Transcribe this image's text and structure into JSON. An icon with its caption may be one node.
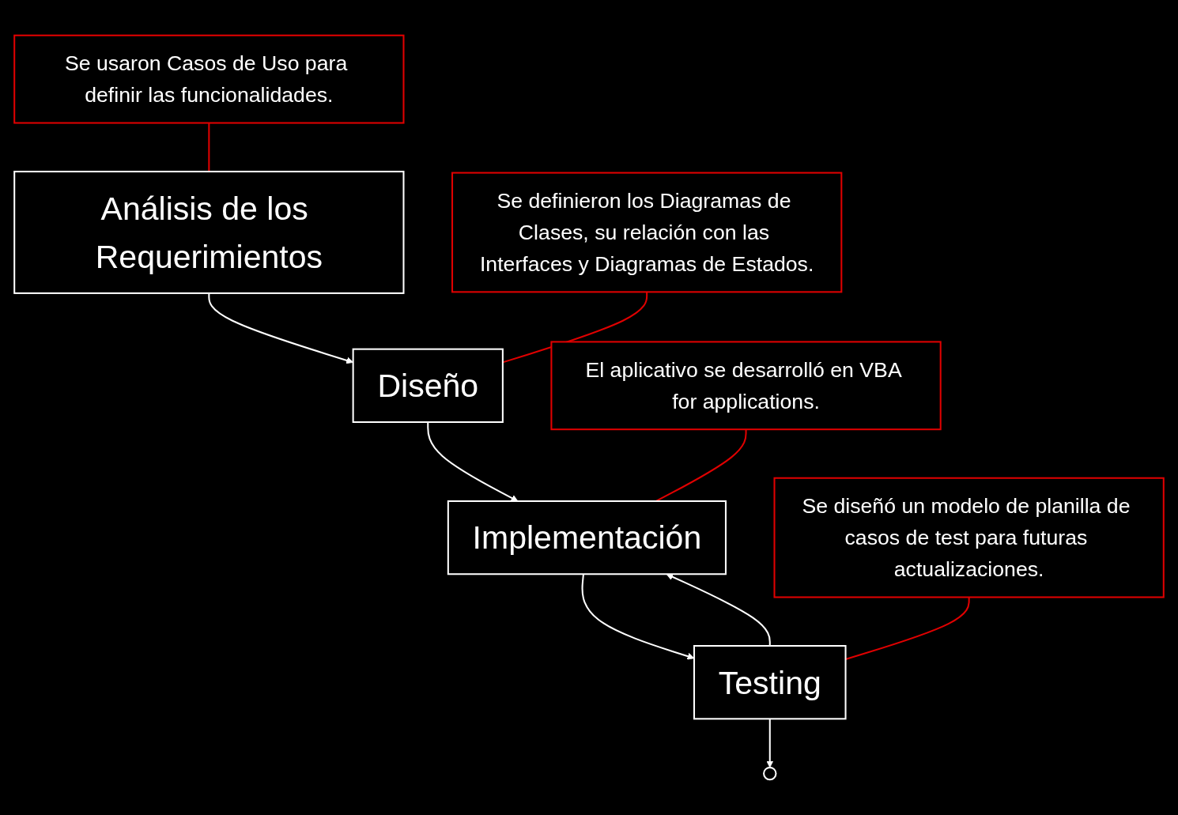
{
  "diagram": {
    "nodes": [
      {
        "text": [
          "Análisis de los Requerimientos"
        ]
      },
      {
        "text": [
          "Diseño"
        ]
      },
      {
        "text": [
          "Implementación"
        ]
      },
      {
        "text": [
          "Testing"
        ]
      },
      {
        "text": [],
        "shape": "ellipse"
      },
      {
        "text": [
          "Se usaron Casos de Uso para definir las funcionalidades."
        ]
      },
      {
        "text": [
          "Se definieron los Diagramas de Clases, su relación con las Interfaces y Diagramas de Estados."
        ]
      },
      {
        "text": [
          "El aplicativo se desarrolló en VBA for applications."
        ]
      },
      {
        "text": [
          "Se diseñó un modelo de planilla de casos de test para futuras actualizaciones."
        ]
      }
    ],
    "edges": [
      {
        "from": 0,
        "to": 1,
        "arrow": "to"
      },
      {
        "from": 1,
        "to": 2,
        "arrow": "to"
      },
      {
        "from": 2,
        "to": 3,
        "arrow": "to"
      },
      {
        "from": 3,
        "to": 2,
        "arrow": "to"
      },
      {
        "from": 3,
        "to": 4,
        "arrow": "to"
      },
      {
        "from": 5,
        "to": 0,
        "arrow": "none",
        "color": "#e00000"
      },
      {
        "from": 6,
        "to": 1,
        "arrow": "none",
        "color": "#e00000"
      },
      {
        "from": 7,
        "to": 2,
        "arrow": "none",
        "color": "#e00000"
      },
      {
        "from": 8,
        "to": 3,
        "arrow": "none",
        "color": "#e00000"
      }
    ]
  }
}
